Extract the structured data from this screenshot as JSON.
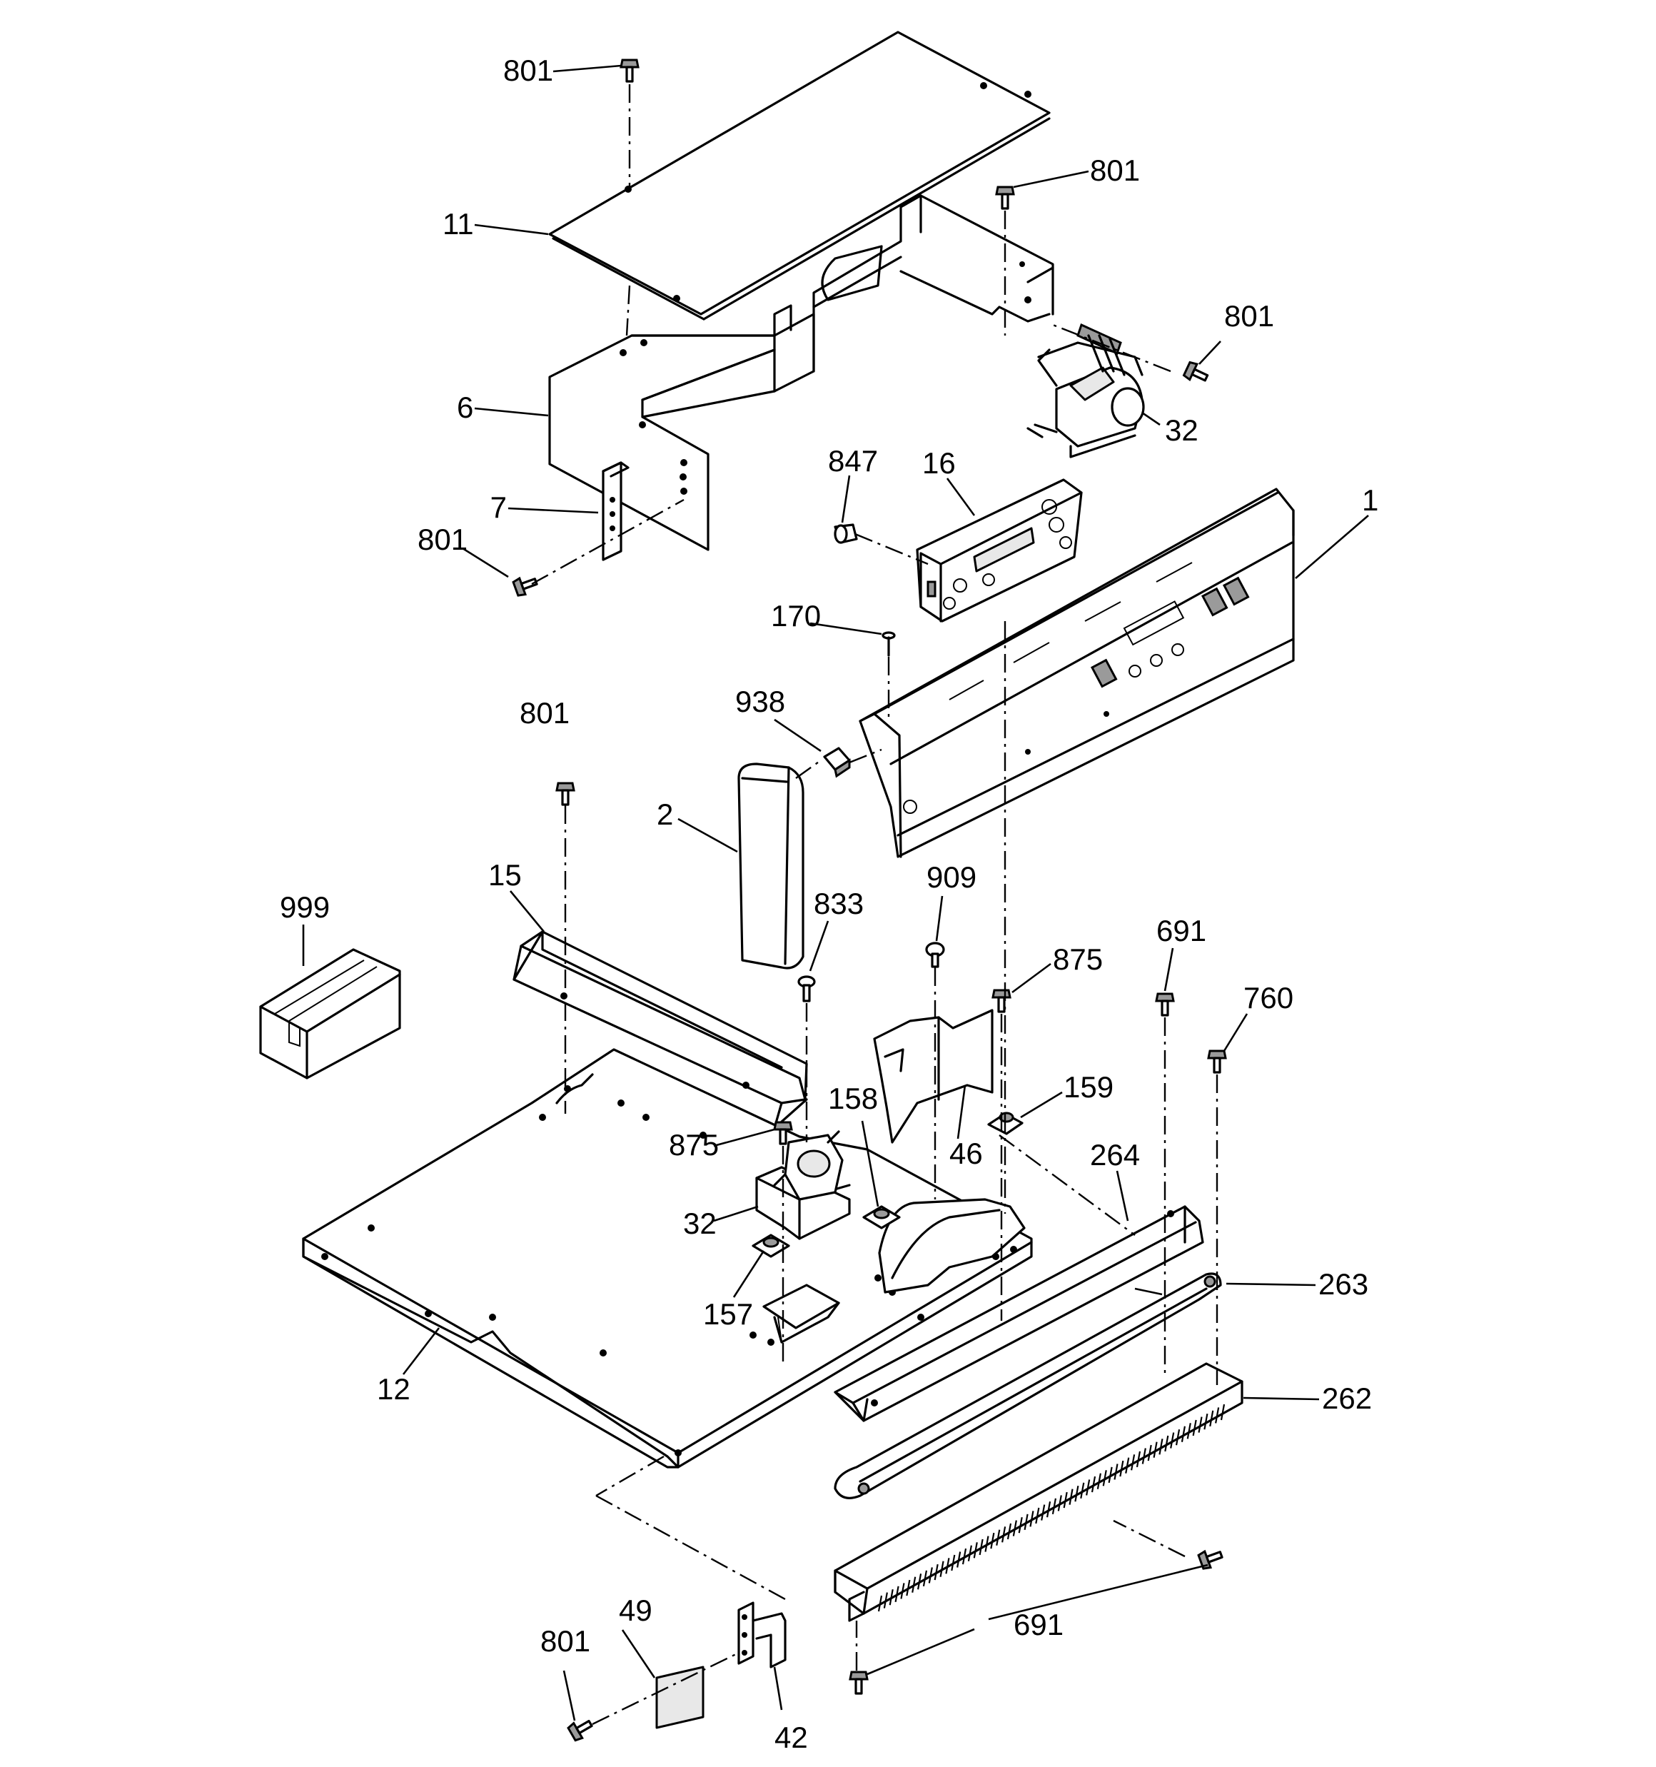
{
  "callouts": [
    {
      "text": "801"
    },
    {
      "text": "801"
    },
    {
      "text": "801"
    },
    {
      "text": "801"
    },
    {
      "text": "801"
    },
    {
      "text": "801"
    },
    {
      "text": "11"
    },
    {
      "text": "6"
    },
    {
      "text": "7"
    },
    {
      "text": "32"
    },
    {
      "text": "847"
    },
    {
      "text": "16"
    },
    {
      "text": "1"
    },
    {
      "text": "170"
    },
    {
      "text": "938"
    },
    {
      "text": "2"
    },
    {
      "text": "15"
    },
    {
      "text": "999"
    },
    {
      "text": "833"
    },
    {
      "text": "909"
    },
    {
      "text": "875"
    },
    {
      "text": "691"
    },
    {
      "text": "760"
    },
    {
      "text": "158"
    },
    {
      "text": "159"
    },
    {
      "text": "875"
    },
    {
      "text": "46"
    },
    {
      "text": "264"
    },
    {
      "text": "32"
    },
    {
      "text": "263"
    },
    {
      "text": "157"
    },
    {
      "text": "12"
    },
    {
      "text": "262"
    },
    {
      "text": "49"
    },
    {
      "text": "691"
    },
    {
      "text": "42"
    }
  ]
}
